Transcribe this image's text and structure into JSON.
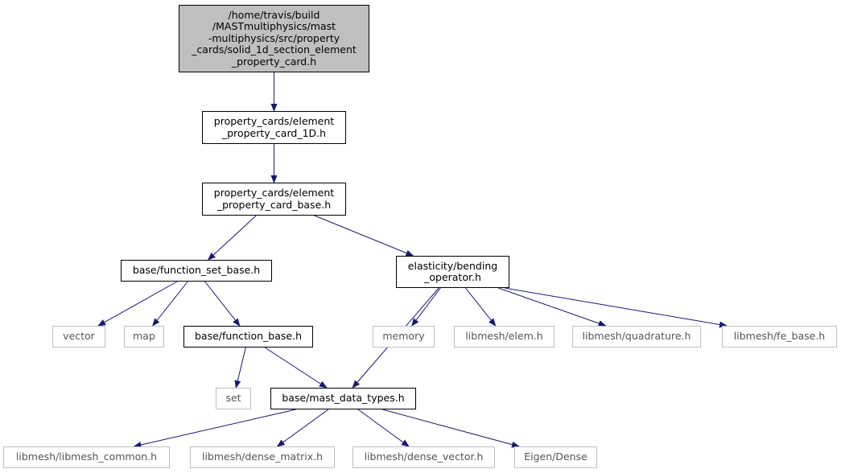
{
  "diagram": {
    "colors": {
      "edge": "#191970",
      "root_fill": "#bfbfbf",
      "node_border": "#000000",
      "external_border": "#bfbfbf",
      "external_text": "#555555"
    },
    "nodes": [
      {
        "id": "root",
        "label": "/home/travis/build\n/MASTmultiphysics/mast\n-multiphysics/src/property\n_cards/solid_1d_section_element\n_property_card.h",
        "kind": "root"
      },
      {
        "id": "ep1d",
        "label": "property_cards/element\n_property_card_1D.h",
        "kind": "file"
      },
      {
        "id": "epbase",
        "label": "property_cards/element\n_property_card_base.h",
        "kind": "file"
      },
      {
        "id": "fsb",
        "label": "base/function_set_base.h",
        "kind": "file"
      },
      {
        "id": "bend",
        "label": "elasticity/bending\n_operator.h",
        "kind": "file"
      },
      {
        "id": "vector",
        "label": "vector",
        "kind": "external"
      },
      {
        "id": "map",
        "label": "map",
        "kind": "external"
      },
      {
        "id": "fb",
        "label": "base/function_base.h",
        "kind": "file"
      },
      {
        "id": "memory",
        "label": "memory",
        "kind": "external"
      },
      {
        "id": "elem",
        "label": "libmesh/elem.h",
        "kind": "external"
      },
      {
        "id": "quad",
        "label": "libmesh/quadrature.h",
        "kind": "external"
      },
      {
        "id": "febase",
        "label": "libmesh/fe_base.h",
        "kind": "external"
      },
      {
        "id": "set",
        "label": "set",
        "kind": "external"
      },
      {
        "id": "mdt",
        "label": "base/mast_data_types.h",
        "kind": "file"
      },
      {
        "id": "lmc",
        "label": "libmesh/libmesh_common.h",
        "kind": "external"
      },
      {
        "id": "dm",
        "label": "libmesh/dense_matrix.h",
        "kind": "external"
      },
      {
        "id": "dv",
        "label": "libmesh/dense_vector.h",
        "kind": "external"
      },
      {
        "id": "eigen",
        "label": "Eigen/Dense",
        "kind": "external"
      }
    ],
    "edges": [
      {
        "from": "root",
        "to": "ep1d"
      },
      {
        "from": "ep1d",
        "to": "epbase"
      },
      {
        "from": "epbase",
        "to": "fsb"
      },
      {
        "from": "epbase",
        "to": "bend"
      },
      {
        "from": "fsb",
        "to": "vector"
      },
      {
        "from": "fsb",
        "to": "map"
      },
      {
        "from": "fsb",
        "to": "fb"
      },
      {
        "from": "fb",
        "to": "set"
      },
      {
        "from": "fb",
        "to": "mdt"
      },
      {
        "from": "bend",
        "to": "mdt"
      },
      {
        "from": "bend",
        "to": "memory"
      },
      {
        "from": "bend",
        "to": "elem"
      },
      {
        "from": "bend",
        "to": "quad"
      },
      {
        "from": "bend",
        "to": "febase"
      },
      {
        "from": "mdt",
        "to": "lmc"
      },
      {
        "from": "mdt",
        "to": "dm"
      },
      {
        "from": "mdt",
        "to": "dv"
      },
      {
        "from": "mdt",
        "to": "eigen"
      }
    ]
  }
}
